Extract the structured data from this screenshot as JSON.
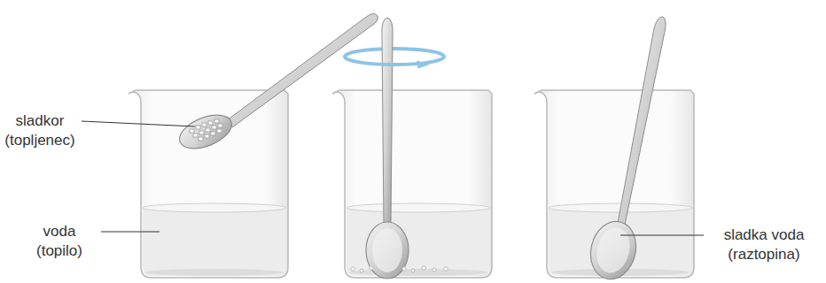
{
  "diagram": {
    "labels": [
      "sladkor (topljenec)",
      "voda (topilo)",
      "sladka voda (raztopina)"
    ]
  }
}
